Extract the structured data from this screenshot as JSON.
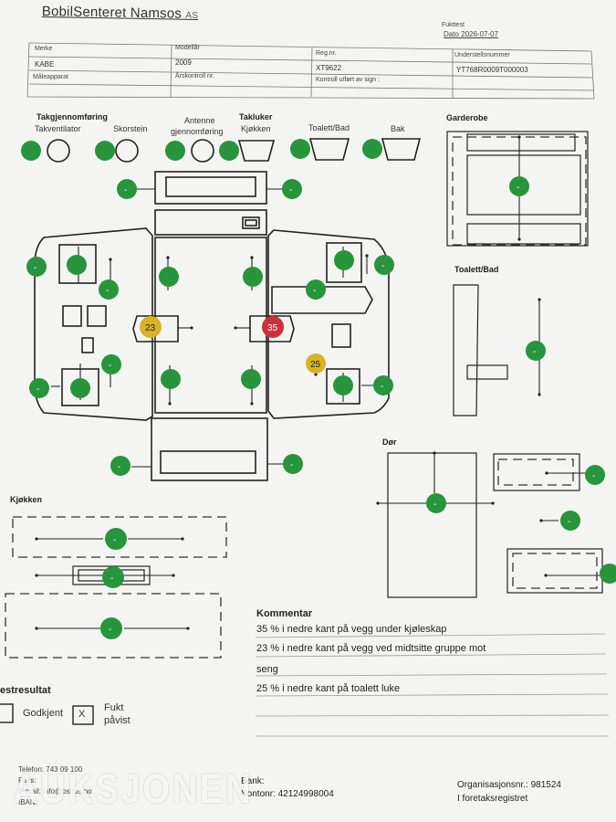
{
  "header": {
    "company": "BobilSenteret Namsos",
    "company_suffix": "AS",
    "report_type": "Fukttest",
    "date": "Dato   2026-07-07"
  },
  "info_table": {
    "merke_label": "Merke",
    "merke_value": "KABE",
    "modellar_label": "Modellår",
    "modellar_value": "2009",
    "regnr_label": "Reg.nr.",
    "regnr_value": "XT9622",
    "understell_label": "Understellsnummer",
    "understell_value": "YT768R0009T000003",
    "maleapparat_label": "Måleapparat",
    "arskontroll_label": "Årskontroll nr.",
    "kontroll_label": "Kontroll utført av sign :"
  },
  "sections": {
    "takgjennomforing": "Takgjennomføring",
    "takventilator": "Takventilator",
    "skorstein": "Skorstein",
    "antenne": "Antenne",
    "antenne2": "gjennomføring",
    "takluker": "Takluker",
    "kjokken_hatch": "Kjøkken",
    "toalett_bad_hatch": "Toalett/Bad",
    "bak": "Bak",
    "garderobe": "Garderobe",
    "toalett_bad": "Toalett/Bad",
    "dor": "Dør",
    "kjokken": "Kjøkken",
    "testresultat": "estresultat",
    "godkjent": "Godkjent",
    "fukt": "Fukt",
    "pavist": "påvist",
    "x_mark": "X"
  },
  "readings": {
    "left_middle": "23",
    "right_top": "35",
    "toilet_area": "25",
    "dash": "-"
  },
  "comments": {
    "heading": "Kommentar",
    "lines": [
      "35 % i nedre kant på vegg under kjøleskap",
      "23 % i nedre kant på vegg ved midtsitte gruppe mot",
      "seng",
      "25 % i nedre kant på toalett luke"
    ]
  },
  "footer": {
    "telefon": "Telefon: 743 09 100",
    "faks": "Faks:",
    "epost": "E-mail: info@bsnos.no",
    "iban": "IBAN:",
    "bank": "Bank:",
    "kontonr": "Kontonr: 42124998004",
    "orgnr": "Organisasjonsnr.: 981524",
    "foretak": "I foretaksregistret"
  },
  "watermark": "AUKSJONEN",
  "colors": {
    "ok_green": "#27953b",
    "warn_yellow": "#d8b324",
    "alert_red": "#c8323a",
    "paper": "#f4f5f3"
  }
}
